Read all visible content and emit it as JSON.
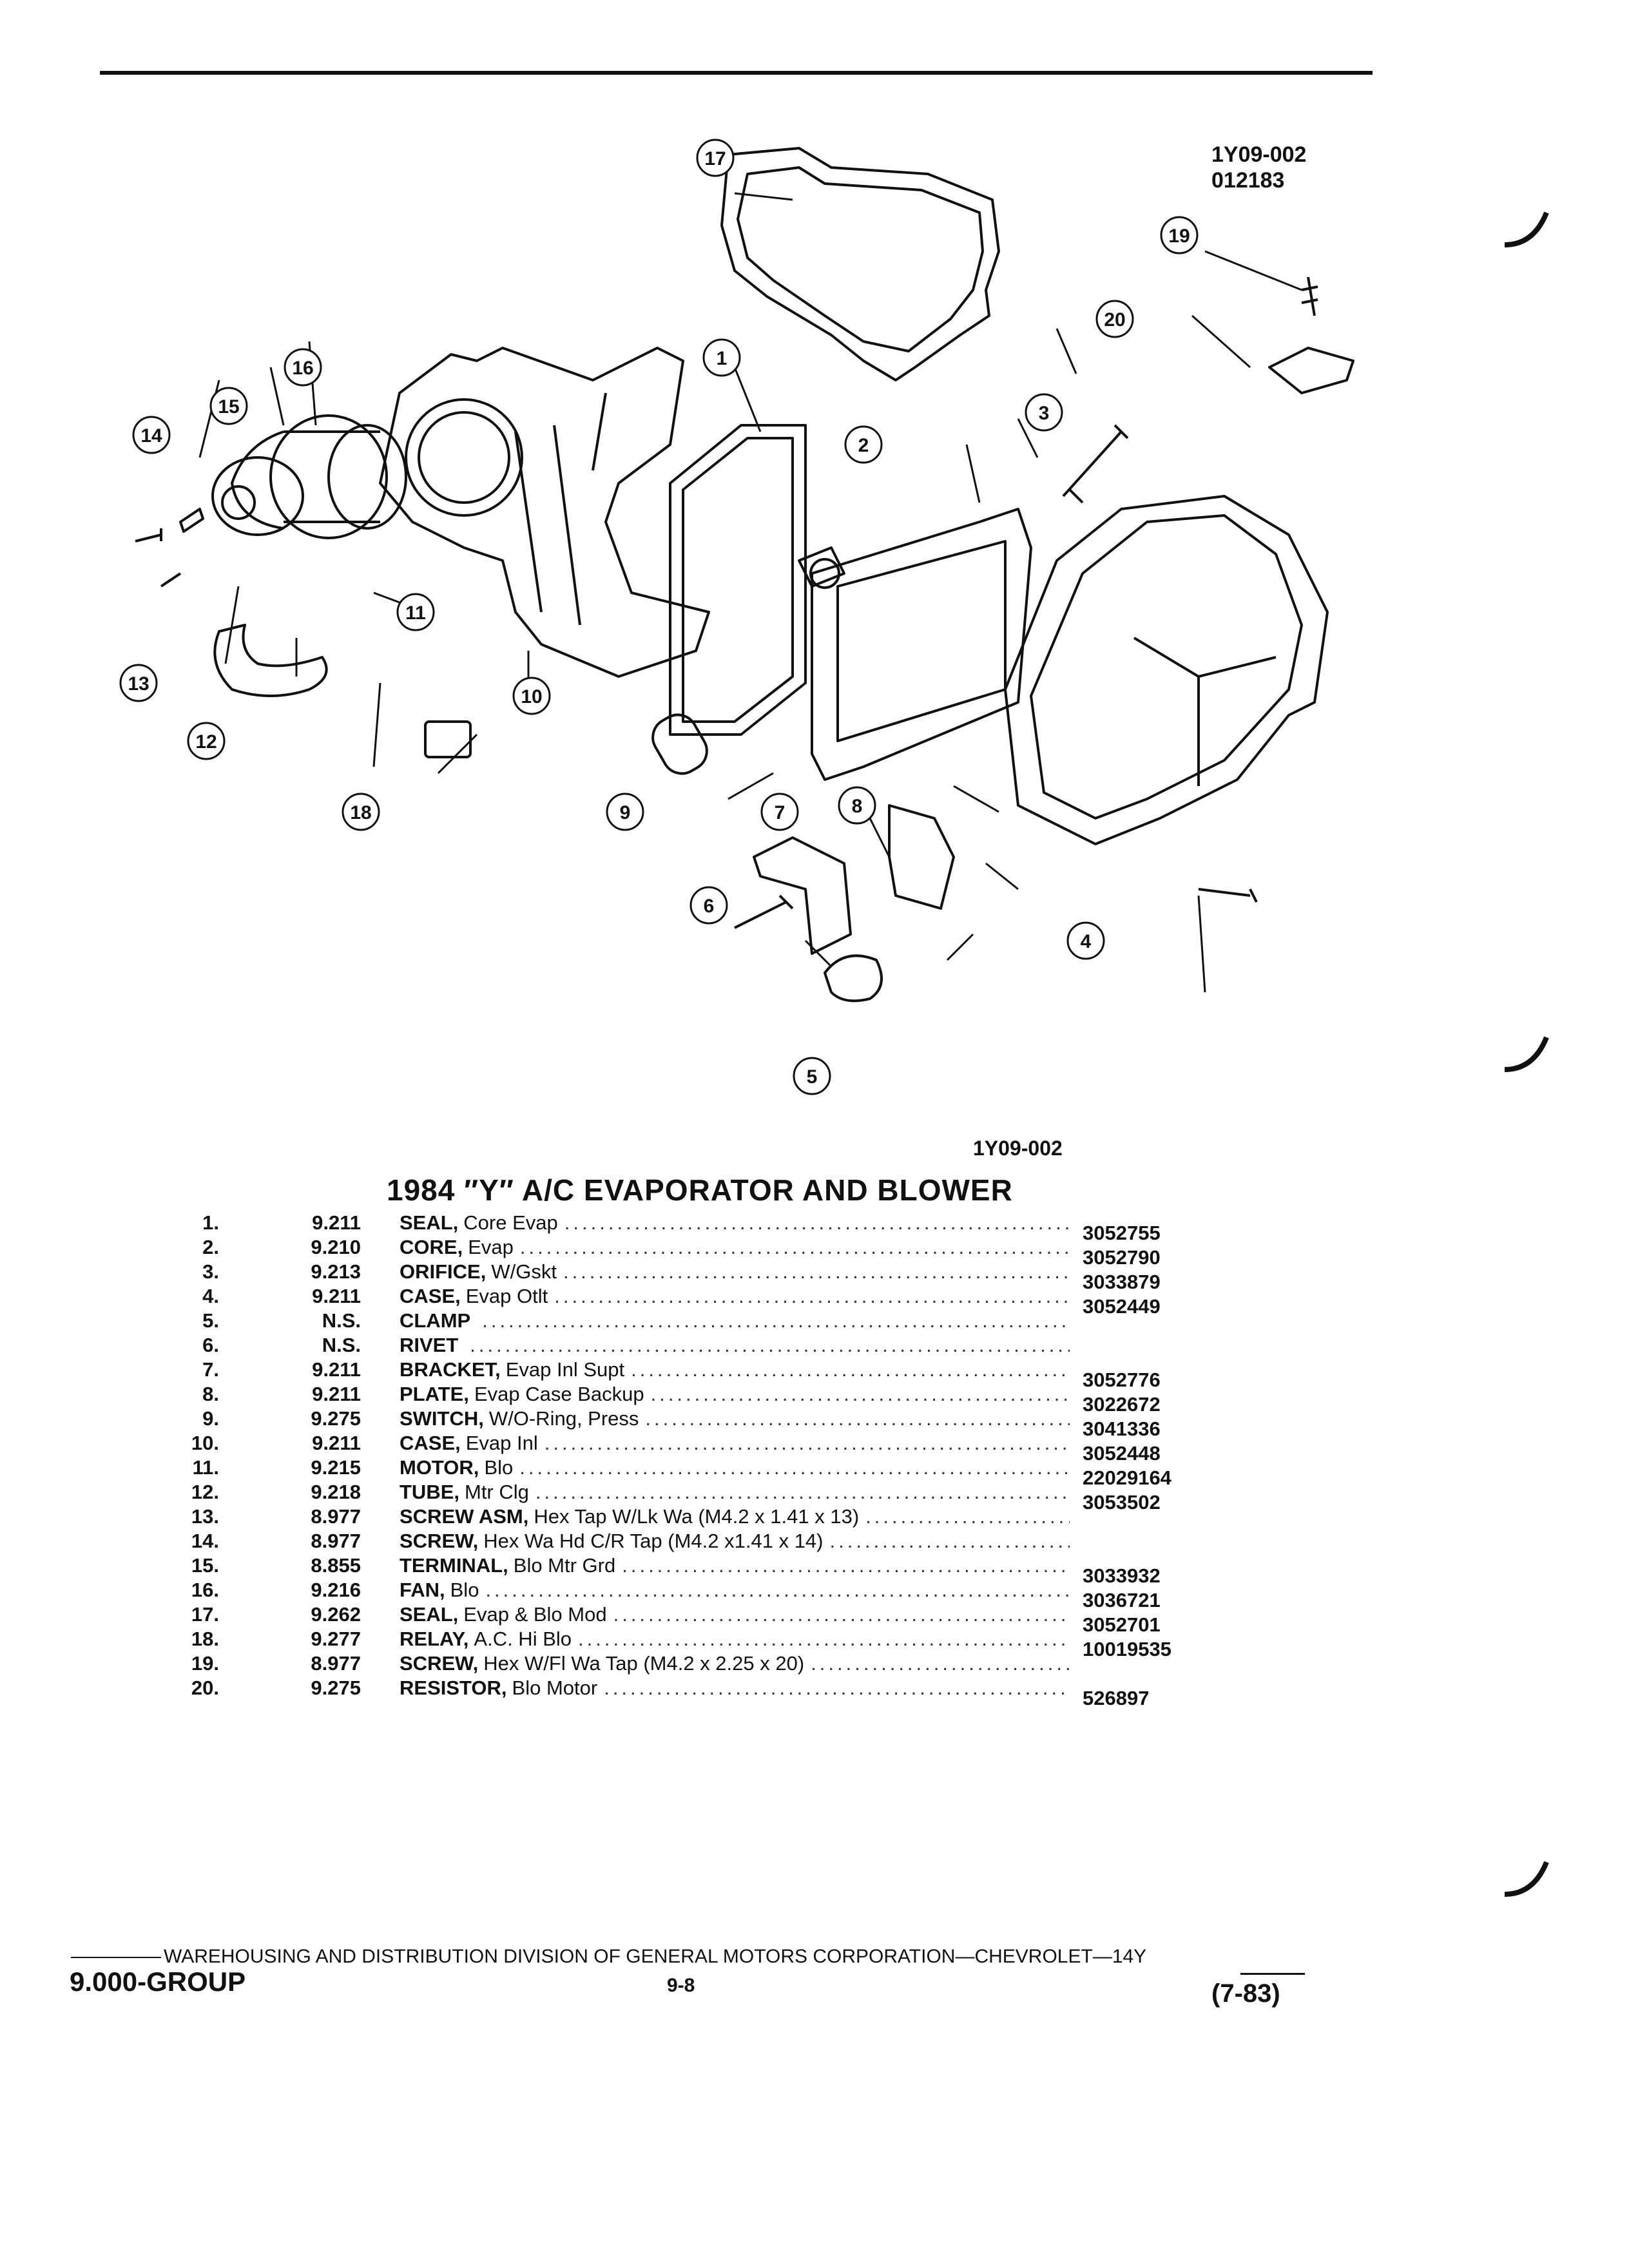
{
  "header": {
    "diagram_code": "1Y09-002",
    "diagram_date": "012183"
  },
  "diagram": {
    "caption_code": "1Y09-002",
    "callouts": [
      "1",
      "2",
      "3",
      "4",
      "5",
      "6",
      "7",
      "8",
      "9",
      "10",
      "11",
      "12",
      "13",
      "14",
      "15",
      "16",
      "17",
      "18",
      "19",
      "20"
    ]
  },
  "title": "1984 ″Y″ A/C EVAPORATOR AND BLOWER",
  "parts": [
    {
      "num": "1.",
      "group": "9.211",
      "name": "SEAL,",
      "sub": "Core Evap",
      "part": "3052755"
    },
    {
      "num": "2.",
      "group": "9.210",
      "name": "CORE,",
      "sub": "Evap",
      "part": "3052790"
    },
    {
      "num": "3.",
      "group": "9.213",
      "name": "ORIFICE,",
      "sub": "W/Gskt",
      "part": "3033879"
    },
    {
      "num": "4.",
      "group": "9.211",
      "name": "CASE,",
      "sub": "Evap Otlt",
      "part": "3052449"
    },
    {
      "num": "5.",
      "group": "N.S.",
      "name": "CLAMP",
      "sub": "",
      "part": ""
    },
    {
      "num": "6.",
      "group": "N.S.",
      "name": "RIVET",
      "sub": "",
      "part": ""
    },
    {
      "num": "7.",
      "group": "9.211",
      "name": "BRACKET,",
      "sub": "Evap Inl Supt",
      "part": "3052776"
    },
    {
      "num": "8.",
      "group": "9.211",
      "name": "PLATE,",
      "sub": "Evap Case Backup",
      "part": "3022672"
    },
    {
      "num": "9.",
      "group": "9.275",
      "name": "SWITCH,",
      "sub": "W/O-Ring, Press",
      "part": "3041336"
    },
    {
      "num": "10.",
      "group": "9.211",
      "name": "CASE,",
      "sub": "Evap Inl",
      "part": "3052448"
    },
    {
      "num": "11.",
      "group": "9.215",
      "name": "MOTOR,",
      "sub": "Blo",
      "part": "22029164"
    },
    {
      "num": "12.",
      "group": "9.218",
      "name": "TUBE,",
      "sub": "Mtr Clg",
      "part": "3053502"
    },
    {
      "num": "13.",
      "group": "8.977",
      "name": "SCREW ASM,",
      "sub": "Hex Tap W/Lk Wa (M4.2 x 1.41 x 13)",
      "part": ""
    },
    {
      "num": "14.",
      "group": "8.977",
      "name": "SCREW,",
      "sub": "Hex Wa Hd C/R Tap (M4.2 x1.41 x 14)",
      "part": ""
    },
    {
      "num": "15.",
      "group": "8.855",
      "name": "TERMINAL,",
      "sub": "Blo Mtr Grd",
      "part": "3033932"
    },
    {
      "num": "16.",
      "group": "9.216",
      "name": "FAN,",
      "sub": "Blo",
      "part": "3036721"
    },
    {
      "num": "17.",
      "group": "9.262",
      "name": "SEAL,",
      "sub": "Evap & Blo Mod",
      "part": "3052701"
    },
    {
      "num": "18.",
      "group": "9.277",
      "name": "RELAY,",
      "sub": "A.C. Hi Blo",
      "part": "10019535"
    },
    {
      "num": "19.",
      "group": "8.977",
      "name": "SCREW,",
      "sub": "Hex W/Fl Wa Tap (M4.2 x 2.25 x 20)",
      "part": ""
    },
    {
      "num": "20.",
      "group": "9.275",
      "name": "RESISTOR,",
      "sub": "Blo Motor",
      "part": "526897"
    }
  ],
  "footer": {
    "line": "WAREHOUSING AND DISTRIBUTION DIVISION OF GENERAL MOTORS CORPORATION—CHEVROLET—14Y",
    "group": "9.000-GROUP",
    "page": "9-8",
    "date": "(7-83)"
  }
}
